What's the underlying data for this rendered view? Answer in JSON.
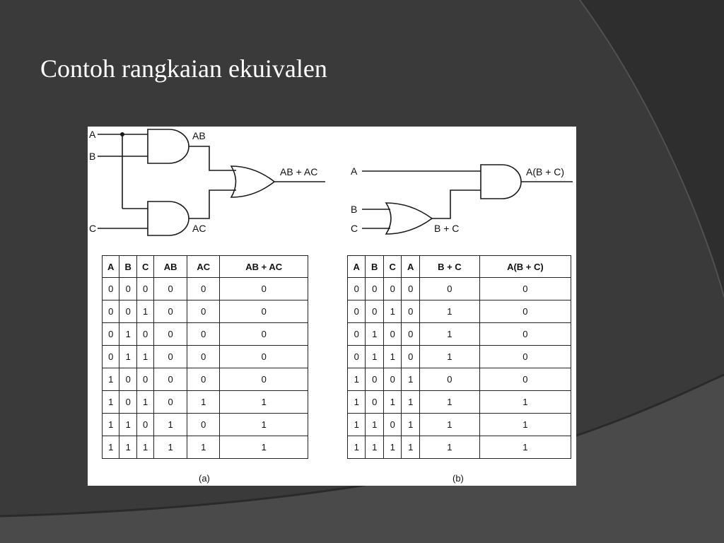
{
  "slide": {
    "title": "Contoh rangkaian ekuivalen"
  },
  "circuit_a": {
    "inputs": [
      "A",
      "B",
      "C"
    ],
    "and_top_output": "AB",
    "and_bottom_output": "AC",
    "or_output": "AB + AC",
    "caption": "(a)"
  },
  "circuit_b": {
    "inputs": [
      "A",
      "B",
      "C"
    ],
    "or_output": "B + C",
    "and_output": "A(B + C)",
    "caption": "(b)"
  },
  "table_a": {
    "headers": [
      "A",
      "B",
      "C",
      "AB",
      "AC",
      "AB + AC"
    ],
    "rows": [
      [
        "0",
        "0",
        "0",
        "0",
        "0",
        "0"
      ],
      [
        "0",
        "0",
        "1",
        "0",
        "0",
        "0"
      ],
      [
        "0",
        "1",
        "0",
        "0",
        "0",
        "0"
      ],
      [
        "0",
        "1",
        "1",
        "0",
        "0",
        "0"
      ],
      [
        "1",
        "0",
        "0",
        "0",
        "0",
        "0"
      ],
      [
        "1",
        "0",
        "1",
        "0",
        "1",
        "1"
      ],
      [
        "1",
        "1",
        "0",
        "1",
        "0",
        "1"
      ],
      [
        "1",
        "1",
        "1",
        "1",
        "1",
        "1"
      ]
    ]
  },
  "table_b": {
    "headers": [
      "A",
      "B",
      "C",
      "A",
      "B + C",
      "A(B + C)"
    ],
    "rows": [
      [
        "0",
        "0",
        "0",
        "0",
        "0",
        "0"
      ],
      [
        "0",
        "0",
        "1",
        "0",
        "1",
        "0"
      ],
      [
        "0",
        "1",
        "0",
        "0",
        "1",
        "0"
      ],
      [
        "0",
        "1",
        "1",
        "0",
        "1",
        "0"
      ],
      [
        "1",
        "0",
        "0",
        "1",
        "0",
        "0"
      ],
      [
        "1",
        "0",
        "1",
        "1",
        "1",
        "1"
      ],
      [
        "1",
        "1",
        "0",
        "1",
        "1",
        "1"
      ],
      [
        "1",
        "1",
        "1",
        "1",
        "1",
        "1"
      ]
    ]
  }
}
